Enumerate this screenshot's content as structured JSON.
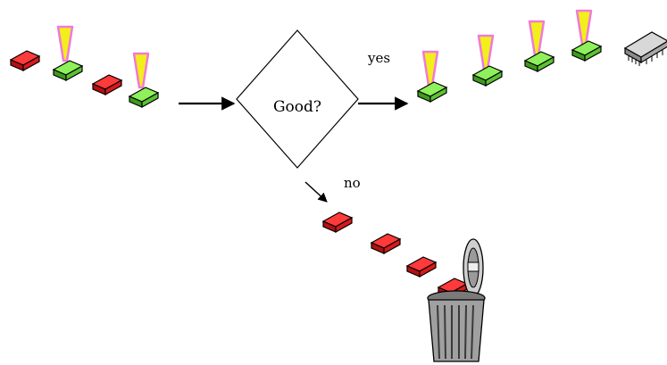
{
  "decision": {
    "label": "Good?"
  },
  "branches": {
    "yes": "yes",
    "no": "no"
  },
  "colors": {
    "good_chip": "#7ee04a",
    "bad_chip": "#e8202a",
    "light_beam": "#f2ef1a",
    "beam_outline": "#f07ad8",
    "ic_body": "#b8b8b8",
    "trash": "#9a9a9a"
  },
  "icons": [
    "good-chip-icon",
    "bad-chip-icon",
    "inspection-light-icon",
    "ic-chip-icon",
    "trash-can-icon",
    "arrow-icon"
  ],
  "footer_text": ""
}
